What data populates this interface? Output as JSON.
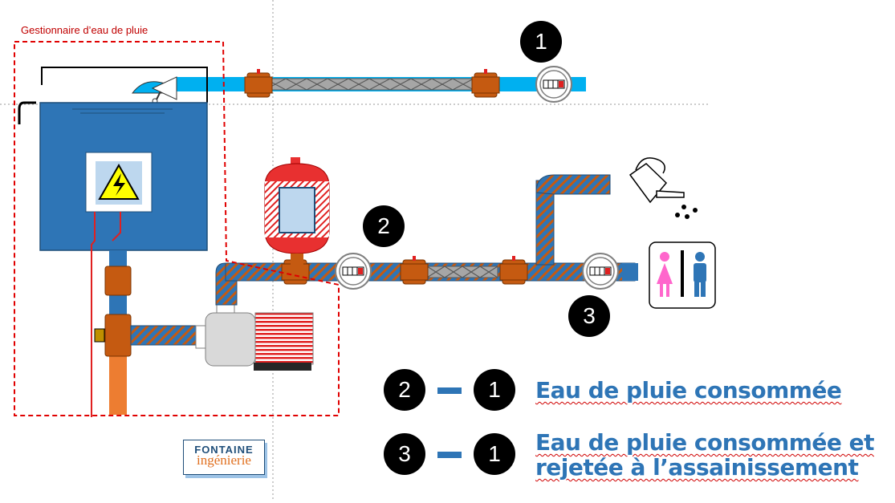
{
  "manager_label": "Gestionnaire d’eau de pluie",
  "meter_badges": [
    {
      "number": "1"
    },
    {
      "number": "2"
    },
    {
      "number": "3"
    }
  ],
  "legend": [
    {
      "from": "2",
      "to": "1",
      "text_lines": [
        "Eau de pluie consommée"
      ]
    },
    {
      "from": "3",
      "to": "1",
      "text_lines": [
        "Eau de pluie consommée et",
        "rejetée à l’assainissement"
      ]
    }
  ],
  "logo": {
    "line1": "FONTAINE",
    "line2": "ingénierie"
  },
  "colors": {
    "tank_blue": "#2e75b6",
    "pipe_cyan": "#00b0f0",
    "valve_brown": "#c55a11",
    "pipe_orange": "#ed7d31",
    "legend_blue": "#2e75b6",
    "dashed_red": "#e00000",
    "vessel_red": "#e83030",
    "toilet_pink": "#ff66cc",
    "toilet_blue": "#2e75b6"
  },
  "icons": [
    "electrical-hazard-icon",
    "watering-can-icon",
    "toilet-icon",
    "water-meter-icon",
    "pump-icon",
    "expansion-vessel-icon",
    "float-valve-icon"
  ]
}
